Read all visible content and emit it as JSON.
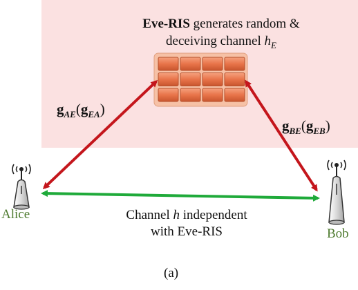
{
  "colors": {
    "ris_region": "#fbe1e1",
    "ris_panel": "#f6c1a6",
    "ris_element": "#e8744a",
    "arrow_red": "#c4161c",
    "arrow_green": "#1faa3a",
    "alice_label": "#4d7a2e",
    "bob_label": "#4d7a2e"
  },
  "ris": {
    "name": "Eve-RIS",
    "desc_1": "generates random &",
    "desc_2": "deceiving channel",
    "channel_symbol": "h",
    "channel_subscript": "E",
    "grid_rows": 3,
    "grid_cols": 4
  },
  "links": {
    "alice_eve": {
      "g": "g",
      "sub1": "AE",
      "g2": "g",
      "sub2": "EA"
    },
    "bob_eve": {
      "g": "g",
      "sub1": "BE",
      "g2": "g",
      "sub2": "EB"
    },
    "direct": {
      "line1_a": "Channel",
      "line1_sym": "h",
      "line1_b": "independent",
      "line2": "with Eve-RIS"
    }
  },
  "nodes": {
    "alice": {
      "label": "Alice",
      "icon": "antenna-icon"
    },
    "bob": {
      "label": "Bob",
      "icon": "antenna-icon"
    }
  },
  "caption": "(a)"
}
